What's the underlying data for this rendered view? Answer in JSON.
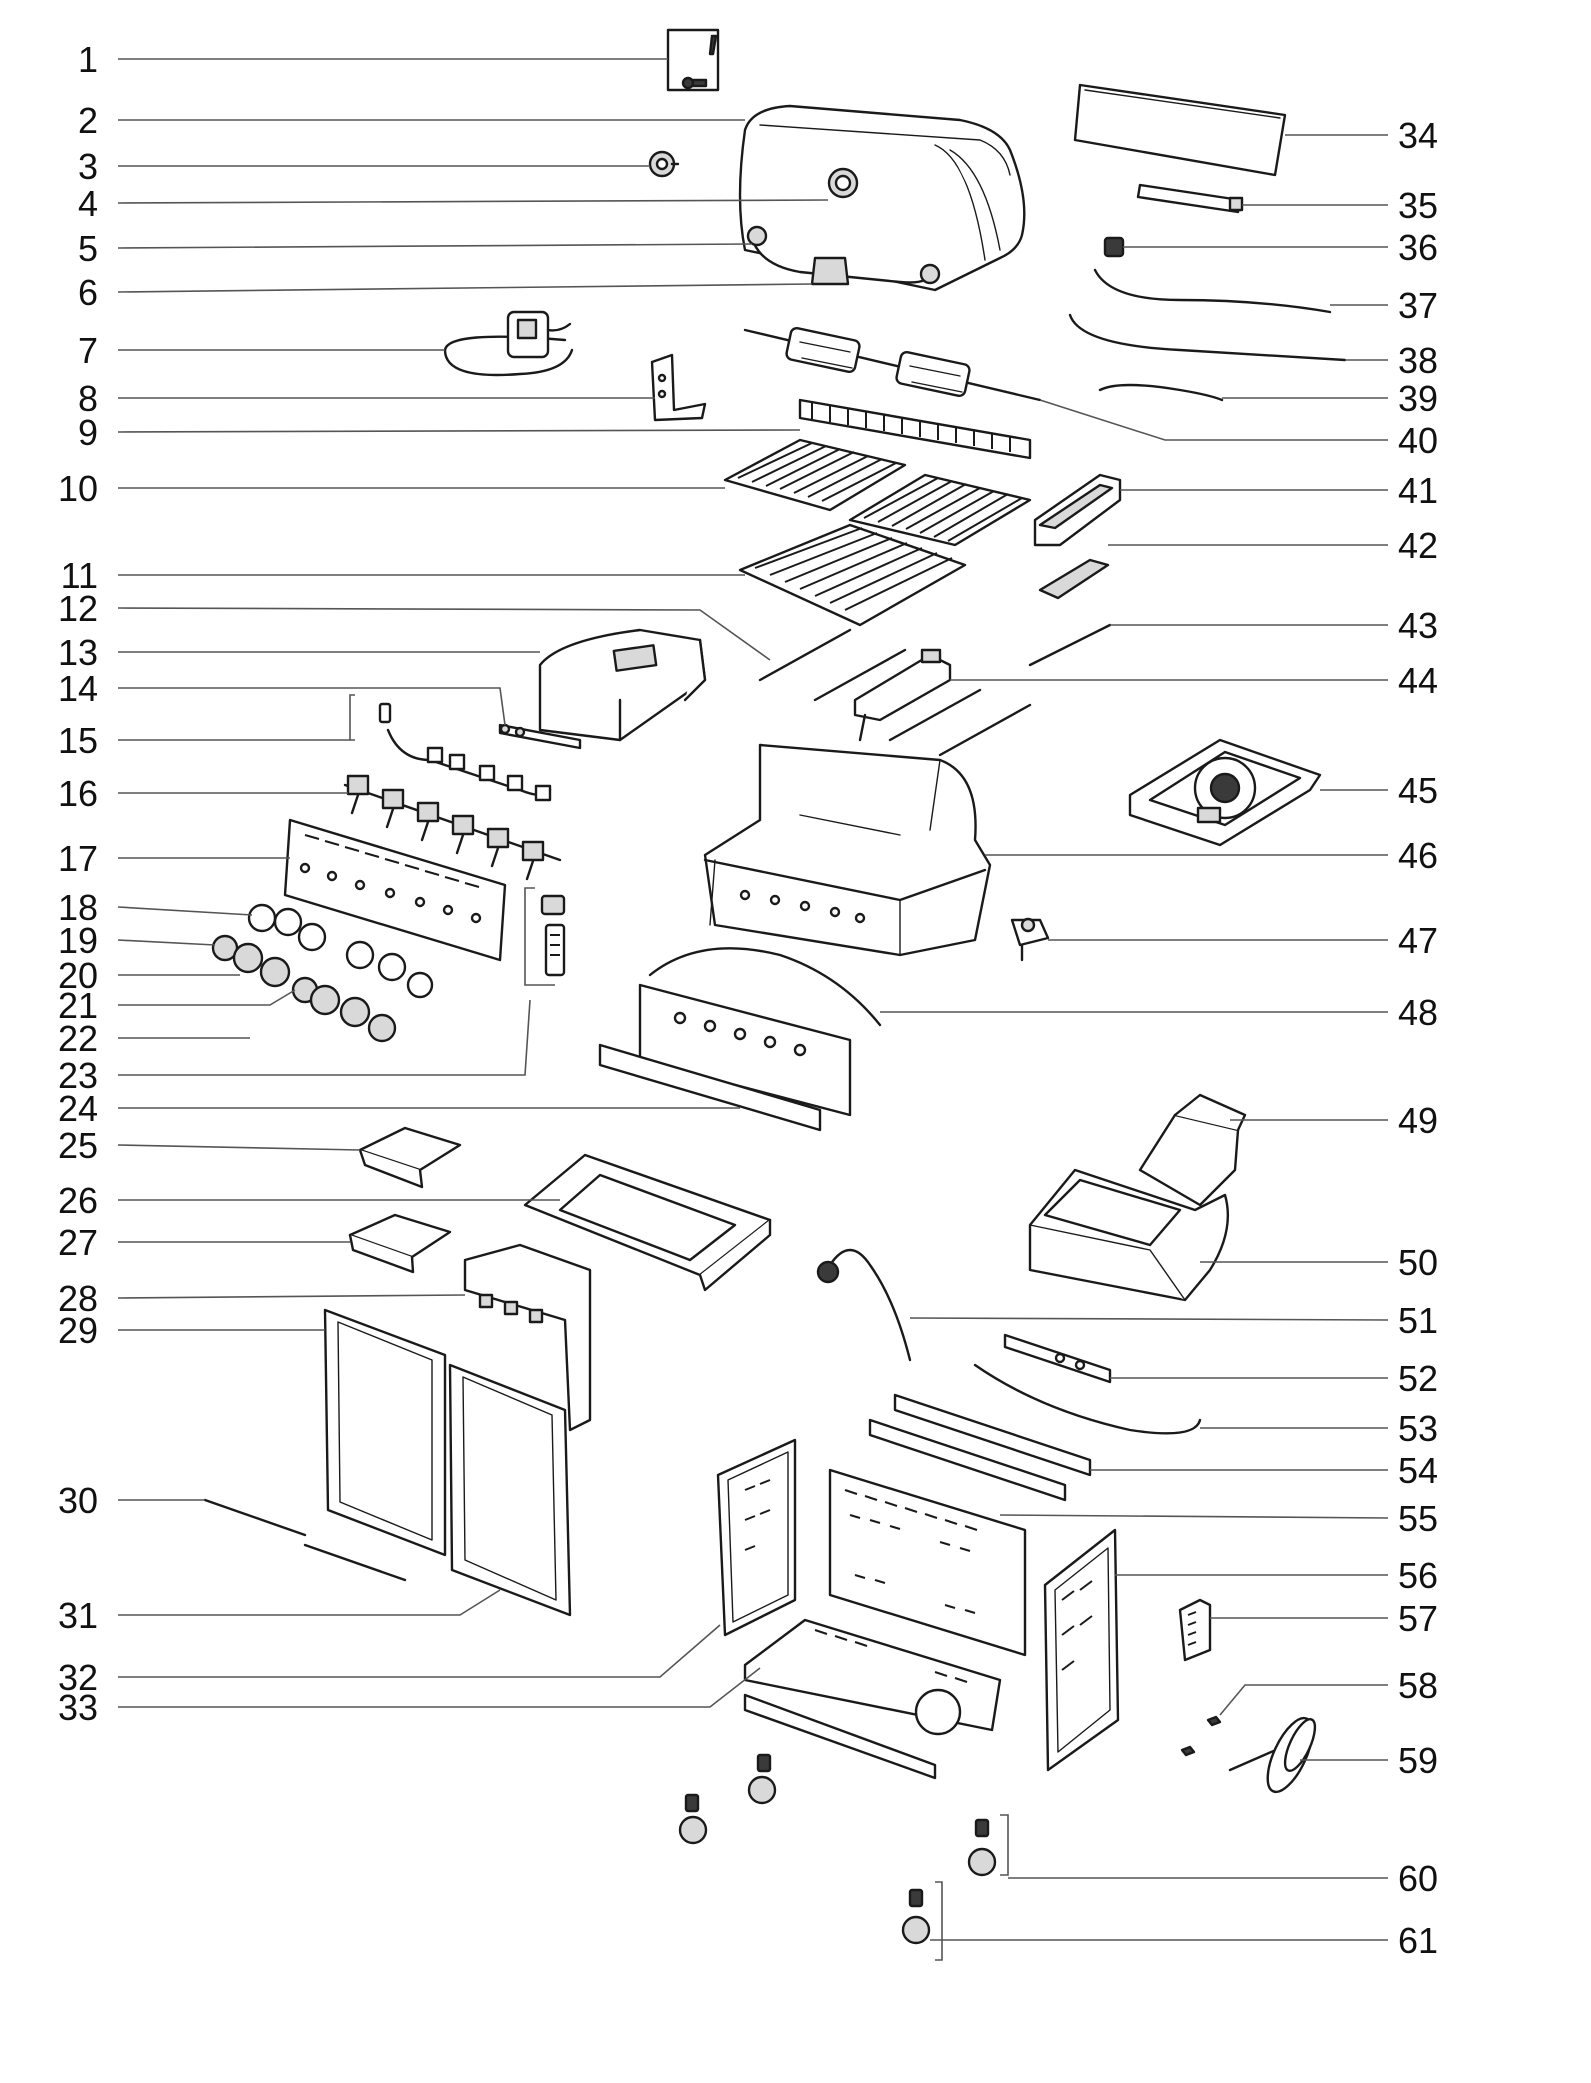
{
  "diagram": {
    "left_labels": [
      "1",
      "2",
      "3",
      "4",
      "5",
      "6",
      "7",
      "8",
      "9",
      "10",
      "11",
      "12",
      "13",
      "14",
      "15",
      "16",
      "17",
      "18",
      "19",
      "20",
      "21",
      "22",
      "23",
      "24",
      "25",
      "26",
      "27",
      "28",
      "29",
      "30",
      "31",
      "32",
      "33"
    ],
    "right_labels": [
      "34",
      "35",
      "36",
      "37",
      "38",
      "39",
      "40",
      "41",
      "42",
      "43",
      "44",
      "45",
      "46",
      "47",
      "48",
      "49",
      "50",
      "51",
      "52",
      "53",
      "54",
      "55",
      "56",
      "57",
      "58",
      "59",
      "60",
      "61"
    ],
    "colors": {
      "ink": "#1a1a1a",
      "leader": "#555555",
      "shade": "#d9d9d9",
      "background": "#ffffff"
    }
  }
}
